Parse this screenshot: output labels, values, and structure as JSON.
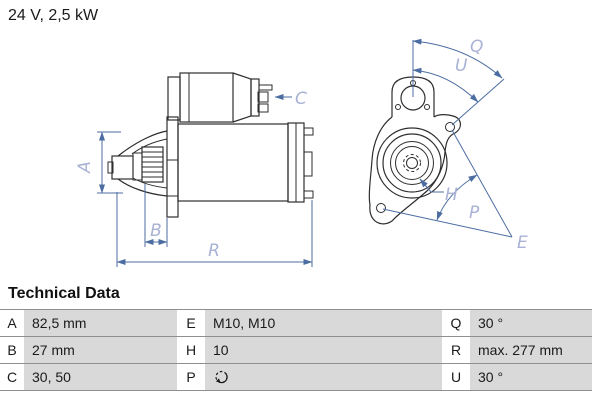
{
  "header": {
    "title": "24 V, 2,5 kW"
  },
  "diagram": {
    "labels": {
      "A": "A",
      "B": "B",
      "C": "C",
      "R": "R",
      "Q": "Q",
      "U": "U",
      "H": "H",
      "P": "P",
      "E": "E"
    },
    "colors": {
      "dimension_line": "#4c6da1",
      "dimension_label": "#a9b2d4",
      "drawing": "#2e2e2e"
    }
  },
  "technical_data": {
    "heading": "Technical Data",
    "colors": {
      "value_cell_bg": "#d9d9d9",
      "row_border": "#8f8f8f"
    },
    "rows": [
      {
        "cells": [
          {
            "letter": "A",
            "value": "82,5 mm"
          },
          {
            "letter": "E",
            "value": "M10, M10"
          },
          {
            "letter": "Q",
            "value": "30 °"
          }
        ]
      },
      {
        "cells": [
          {
            "letter": "B",
            "value": "27 mm"
          },
          {
            "letter": "H",
            "value": "10"
          },
          {
            "letter": "R",
            "value": "max. 277 mm"
          }
        ]
      },
      {
        "cells": [
          {
            "letter": "C",
            "value": "30, 50"
          },
          {
            "letter": "P",
            "value": "",
            "value_icon": "rotation-direction-icon"
          },
          {
            "letter": "U",
            "value": "30 °"
          }
        ]
      }
    ]
  }
}
